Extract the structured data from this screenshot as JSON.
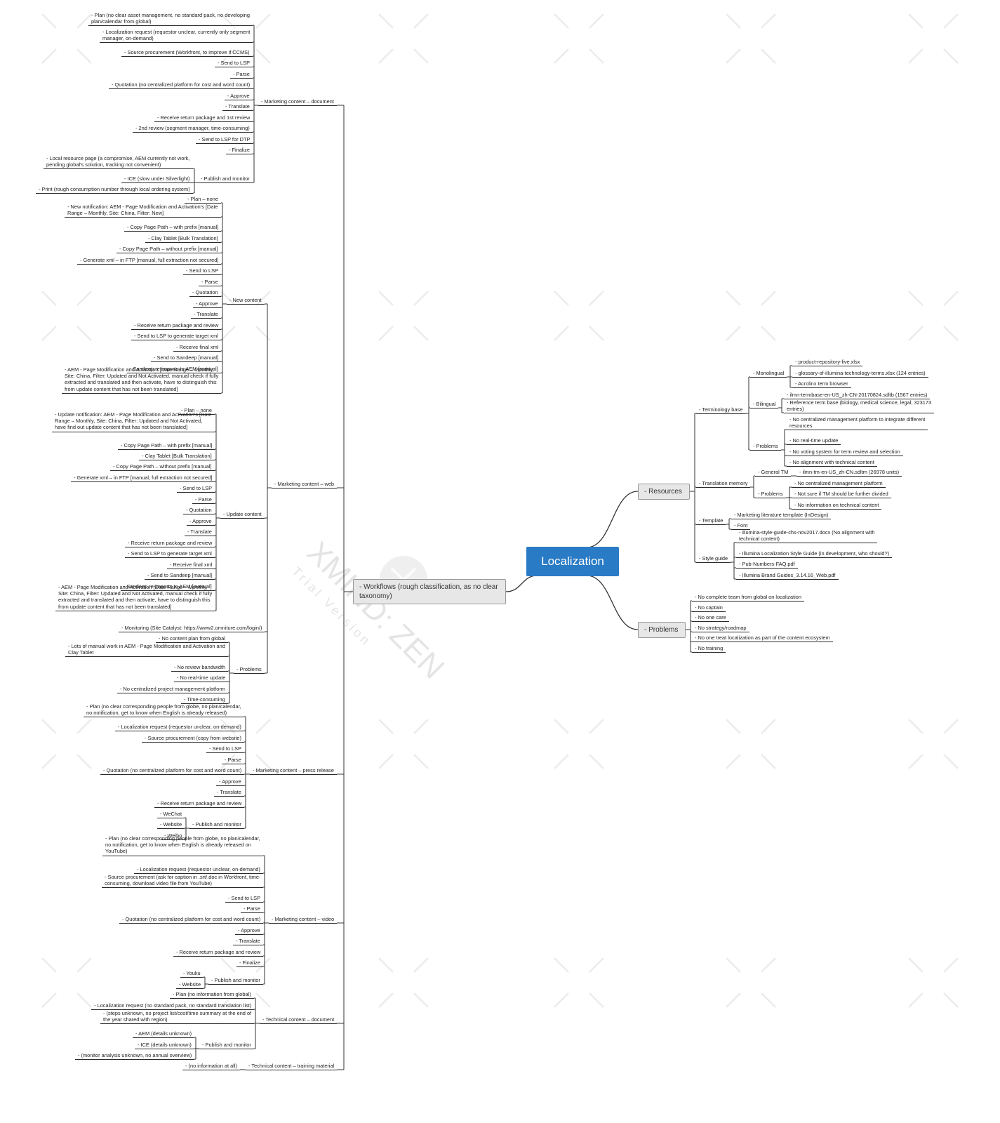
{
  "watermark": {
    "brand": "XMIND: ZEN",
    "caption": "Trial Version"
  },
  "root": {
    "label": "Localization"
  },
  "branches": [
    {
      "label": "- Workflows (rough classification, as no clear\ntaxonomy)",
      "children": [
        {
          "label": "- Marketing content – document",
          "children": [
            {
              "label": "- Plan (no clear asset management, no standard pack, no developing\nplan/calendar from global)"
            },
            {
              "label": "- Localization request (requestor unclear, currently only segment\nmanager, on-demand)"
            },
            {
              "label": "- Source procurement (Workfront, to improve if CCMS)"
            },
            {
              "label": "- Send to LSP"
            },
            {
              "label": "- Parse"
            },
            {
              "label": "- Quotation (no centralized platform for cost and word count)"
            },
            {
              "label": "- Approve"
            },
            {
              "label": "- Translate"
            },
            {
              "label": "- Receive return package and 1st review"
            },
            {
              "label": "- 2nd review (segment manager, time-consuming)"
            },
            {
              "label": "- Send to LSP for DTP"
            },
            {
              "label": "- Finalize"
            },
            {
              "label": "- Publish and monitor",
              "children": [
                {
                  "label": "- Local resource page (a compromise, AEM currently not work,\npending global's solution, tracking not convenient)"
                },
                {
                  "label": "- ICE (slow under Silverlight)"
                },
                {
                  "label": "- Print (rough consumption number through local ordering system)"
                }
              ]
            }
          ]
        },
        {
          "label": "- Marketing content – web",
          "children": [
            {
              "label": "- New content",
              "children": [
                {
                  "label": "- Plan – none"
                },
                {
                  "label": "- New notification: AEM - Page Modification and Activation's [Date\nRange – Monthly, Site: China, Filter: New]"
                },
                {
                  "label": "- Copy Page Path – with prefix [manual]"
                },
                {
                  "label": "- Clay Tablet [Bulk Translation]"
                },
                {
                  "label": "- Copy Page Path – without prefix [manual]"
                },
                {
                  "label": "- Generate xml – in FTP [manual, full extraction not secured]"
                },
                {
                  "label": "- Send to LSP"
                },
                {
                  "label": "- Parse"
                },
                {
                  "label": "- Quotation"
                },
                {
                  "label": "- Approve"
                },
                {
                  "label": "- Translate"
                },
                {
                  "label": "- Receive return package and review"
                },
                {
                  "label": "- Send to LSP to generate target xml"
                },
                {
                  "label": "- Receive final xml"
                },
                {
                  "label": "- Send to Sandeep [manual]"
                },
                {
                  "label": "- Sandeep re-imports to AEM [manual]"
                },
                {
                  "label": "- AEM - Page Modification and Activation [Date Range – Monthly,\nSite: China, Filter: Updated and Not Activated, manual check if fully\nextracted and translated and then activate, have to distinguish this\nfrom update content that has not been translated]"
                }
              ]
            },
            {
              "label": "- Update content",
              "children": [
                {
                  "label": "- Plan – none"
                },
                {
                  "label": "- Update notification: AEM - Page Modification and Activation's [Date\nRange – Monthly, Site: China, Filter: Updated and Not Activated,\nhave find out update content that has not been translated]"
                },
                {
                  "label": "- Copy Page Path – with prefix [manual]"
                },
                {
                  "label": "- Clay Tablet [Bulk Translation]"
                },
                {
                  "label": "- Copy Page Path – without prefix [manual]"
                },
                {
                  "label": "- Generate xml – in FTP [manual, full extraction not secured]"
                },
                {
                  "label": "- Send to LSP"
                },
                {
                  "label": "- Parse"
                },
                {
                  "label": "- Quotation"
                },
                {
                  "label": "- Approve"
                },
                {
                  "label": "- Translate"
                },
                {
                  "label": "- Receive return package and review"
                },
                {
                  "label": "- Send to LSP to generate target xml"
                },
                {
                  "label": "- Receive final xml"
                },
                {
                  "label": "- Send to Sandeep [manual]"
                },
                {
                  "label": "- Sandeep re-imports to AEM [manual]"
                },
                {
                  "label": "- AEM - Page Modification and Activation [Date Range – Monthly,\nSite: China, Filter: Updated and Not Activated, manual check if fully\nextracted and translated and then activate, have to distinguish this\nfrom update content that has not been translated]"
                }
              ]
            },
            {
              "label": "- Monitoring (Site Catalyst: https://www2.omniture.com/login/)"
            },
            {
              "label": "- Problems",
              "children": [
                {
                  "label": "- No content plan from global"
                },
                {
                  "label": "- Lots of manual work in AEM - Page Modification and Activation and\nClay Tablet"
                },
                {
                  "label": "- No review bandwidth"
                },
                {
                  "label": "- No real-time update"
                },
                {
                  "label": "- No centralized project management platform"
                },
                {
                  "label": "- Time-consuming"
                }
              ]
            }
          ]
        },
        {
          "label": "- Marketing content – press release",
          "children": [
            {
              "label": "- Plan (no clear corresponding people from globe, no plan/calendar,\nno notification, get to know when English is already released)"
            },
            {
              "label": "- Localization request (requestor unclear, on-demand)"
            },
            {
              "label": "- Source procurement (copy from website)"
            },
            {
              "label": "- Send to LSP"
            },
            {
              "label": "- Parse"
            },
            {
              "label": "- Quotation (no centralized platform for cost and word count)"
            },
            {
              "label": "- Approve"
            },
            {
              "label": "- Translate"
            },
            {
              "label": "- Receive return package and review"
            },
            {
              "label": "- Publish and monitor",
              "children": [
                {
                  "label": "- WeChat"
                },
                {
                  "label": "- Website"
                },
                {
                  "label": "- Weibo"
                }
              ]
            }
          ]
        },
        {
          "label": "- Marketing content – video",
          "children": [
            {
              "label": "- Plan (no clear corresponding people from globe, no plan/calendar,\nno notification, get to know when English is already released on\nYouTube)"
            },
            {
              "label": "- Localization request (requestor unclear, on-demand)"
            },
            {
              "label": "- Source procurement (ask for caption in .srt/.doc in Workfront, time-\nconsuming, download video file from YouTube)"
            },
            {
              "label": "- Send to LSP"
            },
            {
              "label": "- Parse"
            },
            {
              "label": "- Quotation (no centralized platform for cost and word count)"
            },
            {
              "label": "- Approve"
            },
            {
              "label": "- Translate"
            },
            {
              "label": "- Receive return package and review"
            },
            {
              "label": "- Finalize"
            },
            {
              "label": "- Publish and monitor",
              "children": [
                {
                  "label": "- Youku"
                },
                {
                  "label": "- Website"
                }
              ]
            }
          ]
        },
        {
          "label": "- Technical content – document",
          "children": [
            {
              "label": "- Plan (no information from global)"
            },
            {
              "label": "- Localization request (no standard pack, no standard translation list)"
            },
            {
              "label": "- (steps unknown, no project list/cost/time summary at the end of\nthe year shared with region)"
            },
            {
              "label": "- Publish and monitor",
              "children": [
                {
                  "label": "- AEM (details unknown)"
                },
                {
                  "label": "- ICE (details unknown)"
                },
                {
                  "label": "- (monitor analysis unknown, no annual overview)"
                }
              ]
            }
          ]
        },
        {
          "label": "- Technical content – training material",
          "children": [
            {
              "label": "- (no information at all)"
            }
          ]
        }
      ]
    },
    {
      "label": "- Resources",
      "children": [
        {
          "label": "- Terminology base",
          "children": [
            {
              "label": "- Monolingual",
              "children": [
                {
                  "label": "- product-repository-live.xlsx"
                },
                {
                  "label": "- glossary-of-illumina-technology-terms.xlsx (124 entries)"
                },
                {
                  "label": "- Acrolinx term browser"
                }
              ]
            },
            {
              "label": "- Bilingual",
              "children": [
                {
                  "label": "- ilmn-termbase-en-US_zh-CN-20170824.sdltb (1567 entries)"
                },
                {
                  "label": "- Reference term base (biology, medical science, legal, 323173\nentries)"
                }
              ]
            },
            {
              "label": "- Problems",
              "children": [
                {
                  "label": "- No centralized management platform to integrate different\nresources"
                },
                {
                  "label": "- No real-time update"
                },
                {
                  "label": "- No voting system for term review and selection"
                },
                {
                  "label": "- No alignment with technical content"
                }
              ]
            }
          ]
        },
        {
          "label": "- Translation memory",
          "children": [
            {
              "label": "- General TM",
              "children": [
                {
                  "label": "- ilmn-tm-en-US_zh-CN.sdltm (26978 units)"
                }
              ]
            },
            {
              "label": "- Problems",
              "children": [
                {
                  "label": "- No centralized management platform"
                },
                {
                  "label": "- Not sure if TM should be further divided"
                },
                {
                  "label": "- No information on technical content"
                }
              ]
            }
          ]
        },
        {
          "label": "- Template",
          "children": [
            {
              "label": "- Marketing literature template (InDesign)"
            },
            {
              "label": "- Font"
            }
          ]
        },
        {
          "label": "- Style guide",
          "children": [
            {
              "label": "- illumina-style-guide-chs-nov2017.docx (No alignment with\ntechnical content)"
            },
            {
              "label": "- Illumina Localization Style Guide (in development, who should?)"
            },
            {
              "label": "- Pub-Numbers-FAQ.pdf"
            },
            {
              "label": "- Illumina Brand Guides_3.14.16_Web.pdf"
            }
          ]
        }
      ]
    },
    {
      "label": "- Problems",
      "children": [
        {
          "label": "- No complete team from global on localization"
        },
        {
          "label": "- No captain"
        },
        {
          "label": "- No one care"
        },
        {
          "label": "- No strategy/roadmap"
        },
        {
          "label": "- No one treat localization as part of the content ecosystem"
        },
        {
          "label": "- No training"
        }
      ]
    }
  ]
}
